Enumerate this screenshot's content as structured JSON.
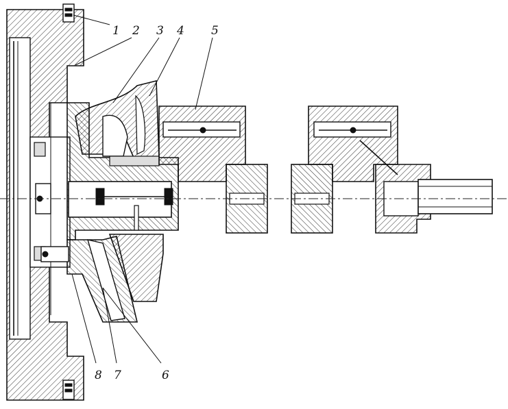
{
  "callouts": [
    {
      "id": "1",
      "label": "1"
    },
    {
      "id": "2",
      "label": "2"
    },
    {
      "id": "3",
      "label": "3"
    },
    {
      "id": "4",
      "label": "4"
    },
    {
      "id": "5",
      "label": "5"
    },
    {
      "id": "6",
      "label": "6"
    },
    {
      "id": "7",
      "label": "7"
    },
    {
      "id": "8",
      "label": "8"
    }
  ],
  "colors": {
    "ink": "#111111",
    "paper": "#ffffff",
    "hatch": "#111111"
  }
}
